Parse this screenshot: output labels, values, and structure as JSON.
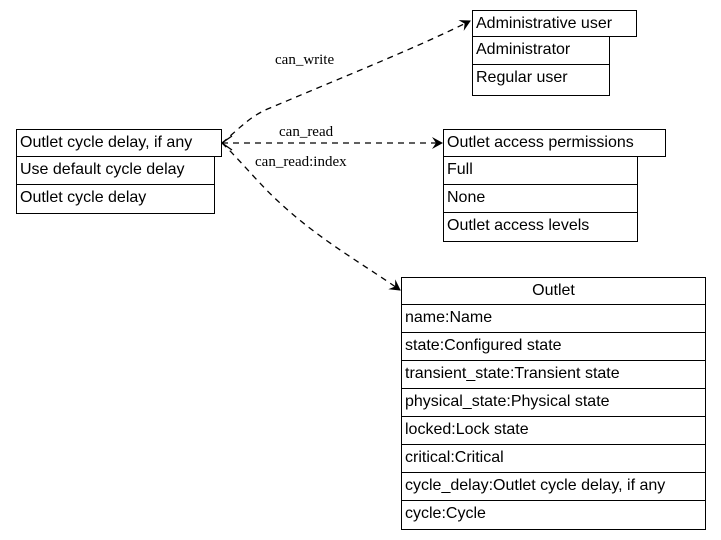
{
  "nodes": {
    "cycle_delay": {
      "title": "Outlet cycle delay, if any",
      "rows": [
        "Use default cycle delay",
        "Outlet cycle delay"
      ]
    },
    "admin_user": {
      "title": "Administrative user",
      "rows": [
        "Administrator",
        "Regular user"
      ]
    },
    "access_perm": {
      "title": "Outlet access permissions",
      "rows": [
        "Full",
        "None",
        "Outlet access levels"
      ]
    },
    "outlet": {
      "title": "Outlet",
      "rows": [
        "name:Name",
        "state:Configured state",
        "transient_state:Transient state",
        "physical_state:Physical state",
        "locked:Lock state",
        "critical:Critical",
        "cycle_delay:Outlet cycle delay, if any",
        "cycle:Cycle"
      ]
    }
  },
  "edges": {
    "can_write": "can_write",
    "can_read": "can_read",
    "can_read_index": "can_read:index"
  }
}
